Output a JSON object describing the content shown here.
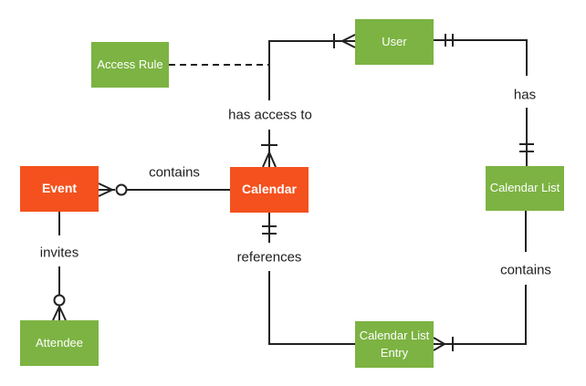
{
  "diagram": {
    "type": "entity-relationship",
    "colors": {
      "entity_green": "#7CB342",
      "entity_orange": "#F4511E",
      "entity_text": "#FFFFFF",
      "line": "#212121",
      "label_text": "#212121",
      "background": "#FFFFFF"
    },
    "entities": {
      "access_rule": {
        "label": "Access Rule",
        "color": "#7CB342"
      },
      "user": {
        "label": "User",
        "color": "#7CB342"
      },
      "event": {
        "label": "Event",
        "color": "#F4511E"
      },
      "calendar": {
        "label": "Calendar",
        "color": "#F4511E"
      },
      "calendar_list": {
        "label": "Calendar List",
        "color": "#7CB342"
      },
      "attendee": {
        "label": "Attendee",
        "color": "#7CB342"
      },
      "calendar_list_entry": {
        "label": "Calendar List Entry",
        "color": "#7CB342"
      }
    },
    "relationships": {
      "has_access_to": {
        "label": "has access to",
        "from": "User",
        "to": "Calendar",
        "notation": "one-or-many to one-or-many"
      },
      "access_rule_link": {
        "label": "",
        "from": "Access Rule",
        "to": "has_access_to relationship",
        "notation": "dashed association"
      },
      "has": {
        "label": "has",
        "from": "User",
        "to": "Calendar List",
        "notation": "exactly-one to exactly-one"
      },
      "contains_events": {
        "label": "contains",
        "from": "Calendar",
        "to": "Event",
        "notation": "zero-or-many at Event"
      },
      "invites": {
        "label": "invites",
        "from": "Event",
        "to": "Attendee",
        "notation": "zero-or-many at Attendee"
      },
      "references": {
        "label": "references",
        "from": "Calendar",
        "to": "Calendar List Entry",
        "notation": "exactly-one at Calendar"
      },
      "contains_entries": {
        "label": "contains",
        "from": "Calendar List",
        "to": "Calendar List Entry",
        "notation": "one-or-many at Calendar List Entry"
      }
    }
  }
}
